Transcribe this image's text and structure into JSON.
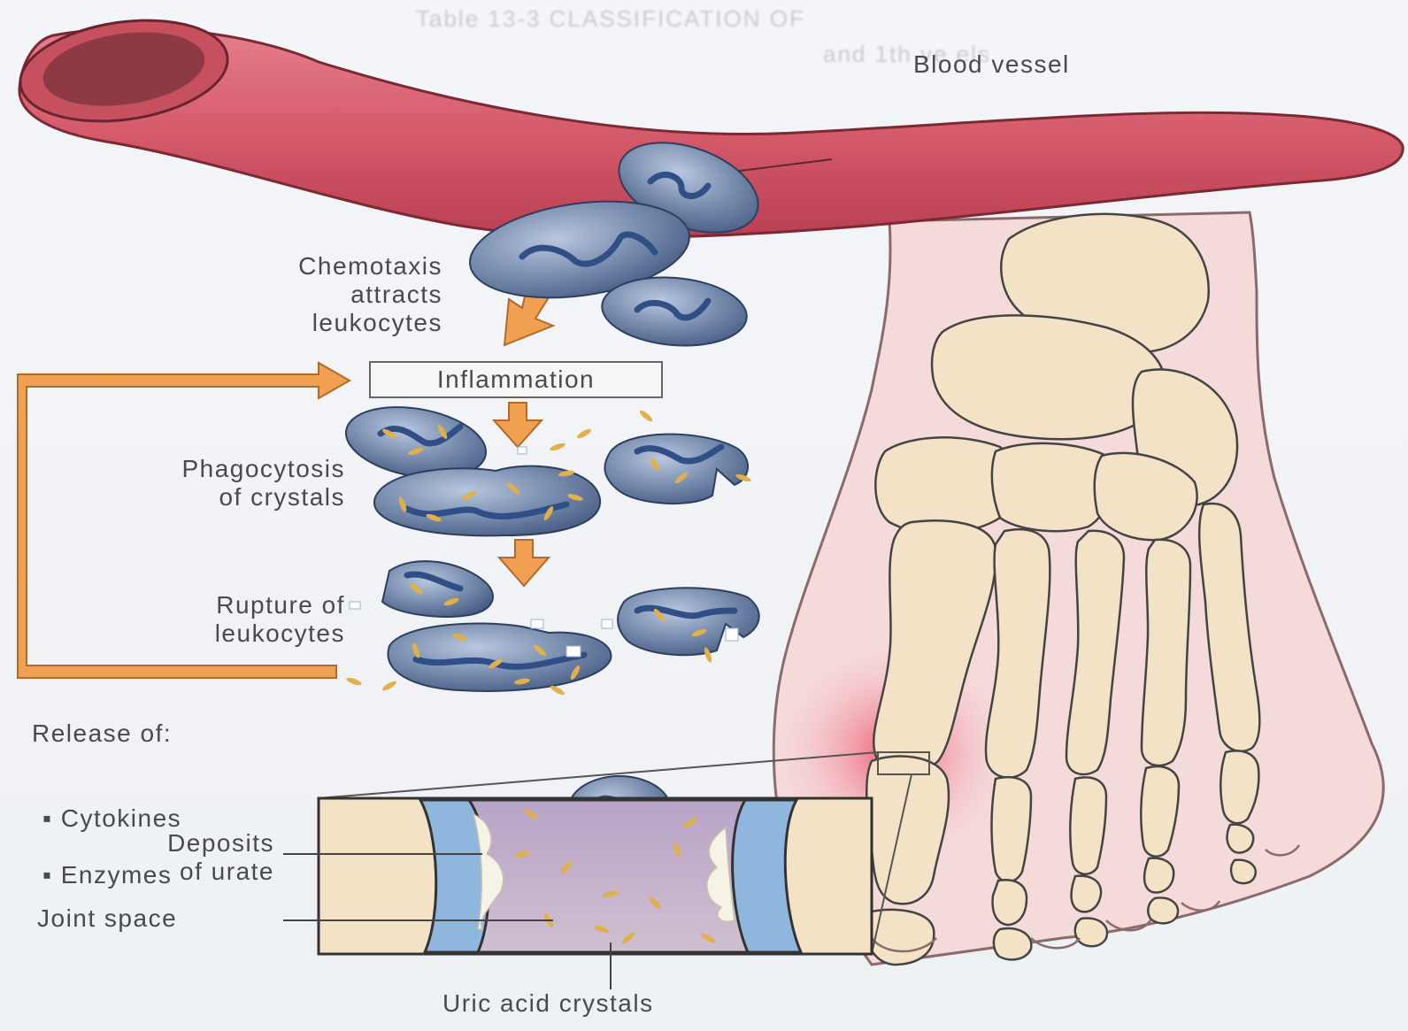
{
  "header_faint": [
    "Table 13-3  CLASSIFICATION OF",
    "and 1th ve els"
  ],
  "labels": {
    "blood_vessel": "Blood vessel",
    "chemotaxis": "Chemotaxis\nattracts\nleukocytes",
    "inflammation": "Inflammation",
    "phagocytosis": "Phagocytosis\nof crystals",
    "rupture": "Rupture of\nleukocytes",
    "release_title": "Release of:",
    "release_items": [
      "Cytokines",
      "Enzymes"
    ],
    "deposits": "Deposits\nof urate",
    "joint_space": "Joint space",
    "uric_acid": "Uric acid crystals"
  },
  "colors": {
    "vessel": "#d8606f",
    "vessel_dark": "#a83445",
    "cell": "#6d84a8",
    "cell_nucleus": "#2f4f86",
    "crystal": "#e0b04a",
    "arrow": "#f0a050",
    "bone": "#f3e2c6",
    "skin": "#f4d6d8",
    "inflamed": "#ee5a72",
    "joint_blue": "#8fb6dc",
    "joint_purple": "#c2aec8"
  }
}
